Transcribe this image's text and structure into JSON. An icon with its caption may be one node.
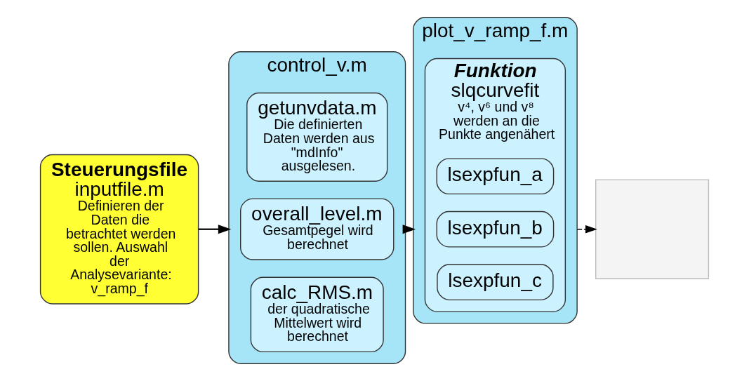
{
  "diagram": {
    "nodes": [
      {
        "text": [
          "Steuerungsfile",
          "inputfile.m",
          "Definieren der Daten die betrachtet werden sollen. Auswahl der Analysevariante: v_ramp_f"
        ]
      },
      {
        "text": [
          "control_v.m"
        ]
      },
      {
        "text": [
          "getunvdata.m",
          "Die definierten Daten werden aus \"mdInfo\" ausgelesen."
        ],
        "in": 1
      },
      {
        "text": [
          "overall_level.m",
          "Gesamtpegel wird berechnet"
        ],
        "in": 1
      },
      {
        "text": [
          "calc_RMS.m",
          "der quadratische Mittelwert wird berechnet"
        ],
        "in": 1
      },
      {
        "text": [
          "plot_v_ramp_f.m"
        ]
      },
      {
        "text": [
          "Funktion",
          "slqcurvefit",
          "v⁴, v⁶ und v⁸ werden an die Punkte angenähert"
        ],
        "in": 5
      },
      {
        "text": [
          "lsexpfun_a"
        ],
        "in": 6
      },
      {
        "text": [
          "lsexpfun_b"
        ],
        "in": 6
      },
      {
        "text": [
          "lsexpfun_c"
        ],
        "in": 6
      },
      {
        "text": [],
        "shape": "box"
      }
    ],
    "edges": [
      {
        "from": 0,
        "to": 1,
        "arrow": "to"
      },
      {
        "from": 1,
        "to": 5,
        "arrow": "to"
      },
      {
        "from": 5,
        "to": 10,
        "arrow": "to",
        "style": "dashed"
      }
    ]
  }
}
